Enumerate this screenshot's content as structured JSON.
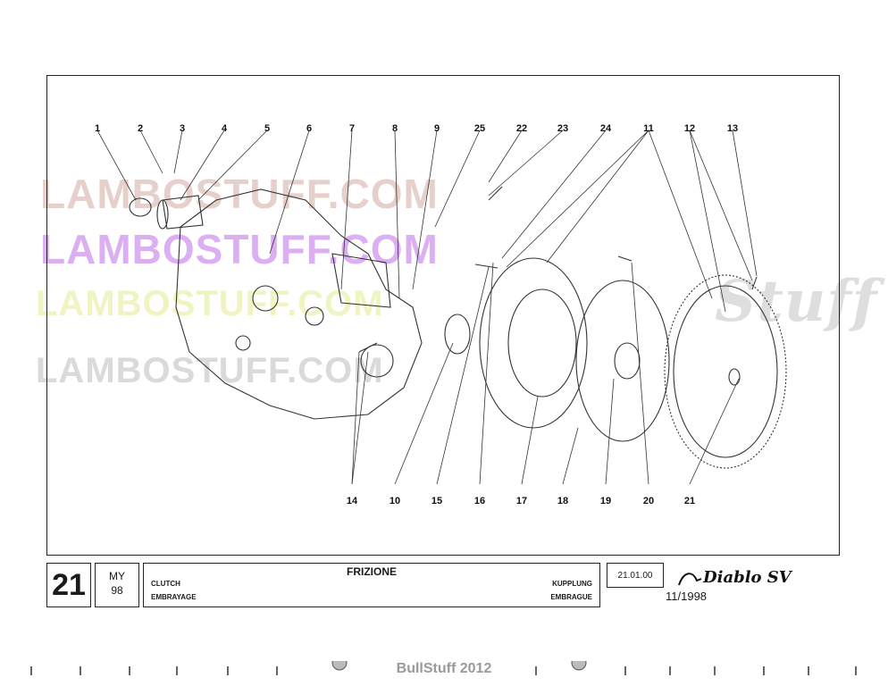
{
  "watermarks": [
    "LAMBOSTUFF.COM",
    "LAMBOSTUFF.COM",
    "LAMBOSTUFF.COM",
    "LAMBOSTUFF.COM"
  ],
  "watermark_script": "Stuff",
  "callouts": [
    "1",
    "2",
    "3",
    "4",
    "5",
    "6",
    "7",
    "8",
    "9",
    "25",
    "22",
    "23",
    "24",
    "11",
    "12",
    "13",
    "14",
    "10",
    "15",
    "16",
    "17",
    "18",
    "19",
    "20",
    "21"
  ],
  "title_block": {
    "page_number": "21",
    "model_year_label": "MY",
    "model_year": "98",
    "title": "FRIZIONE",
    "english": "CLUTCH",
    "french": "EMBRAYAGE",
    "german": "KUPPLUNG",
    "spanish": "EMBRAGUE",
    "code": "21.01.00",
    "date": "11/1998",
    "logo": "Diablo SV"
  },
  "footer": {
    "text": "BullStuff 2012"
  }
}
